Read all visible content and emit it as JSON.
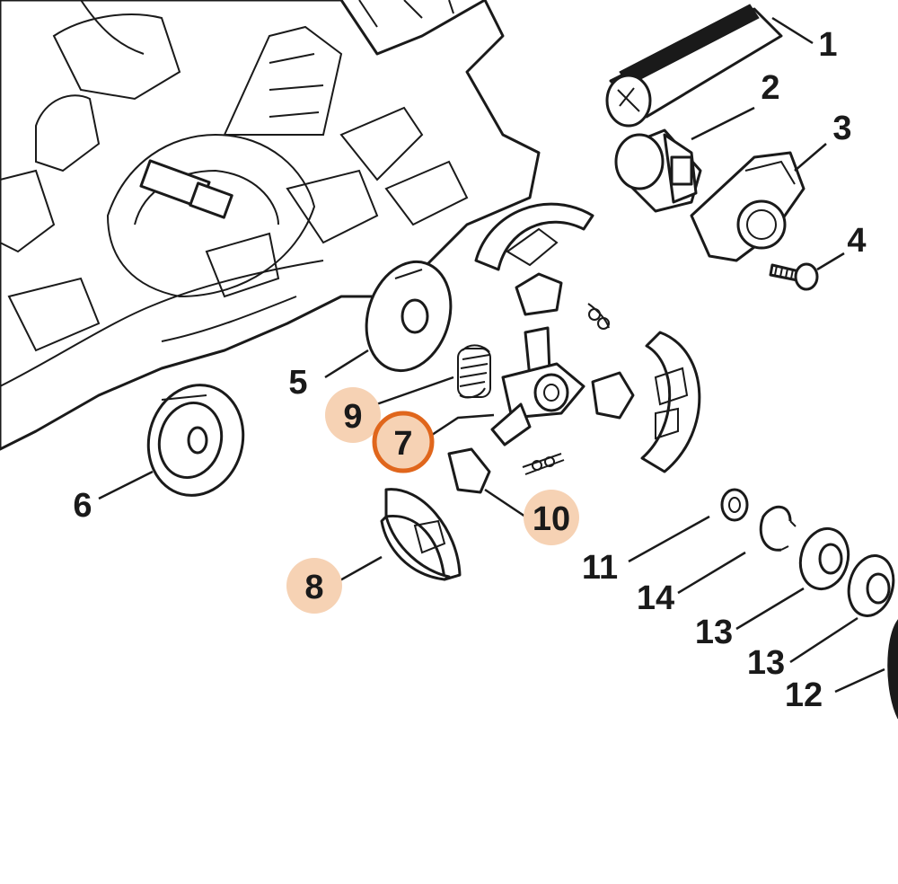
{
  "diagram": {
    "labels": [
      "1",
      "2",
      "3",
      "4",
      "5",
      "6",
      "7",
      "8",
      "9",
      "10",
      "11",
      "12",
      "13",
      "13",
      "14"
    ],
    "highlighted_labels": [
      "7",
      "8",
      "9",
      "10"
    ],
    "selected_label": "7",
    "colors": {
      "line": "#1a1a1a",
      "background": "#ffffff",
      "highlight_fill": "#f6d2b4",
      "selected_ring": "#e0661c"
    }
  }
}
